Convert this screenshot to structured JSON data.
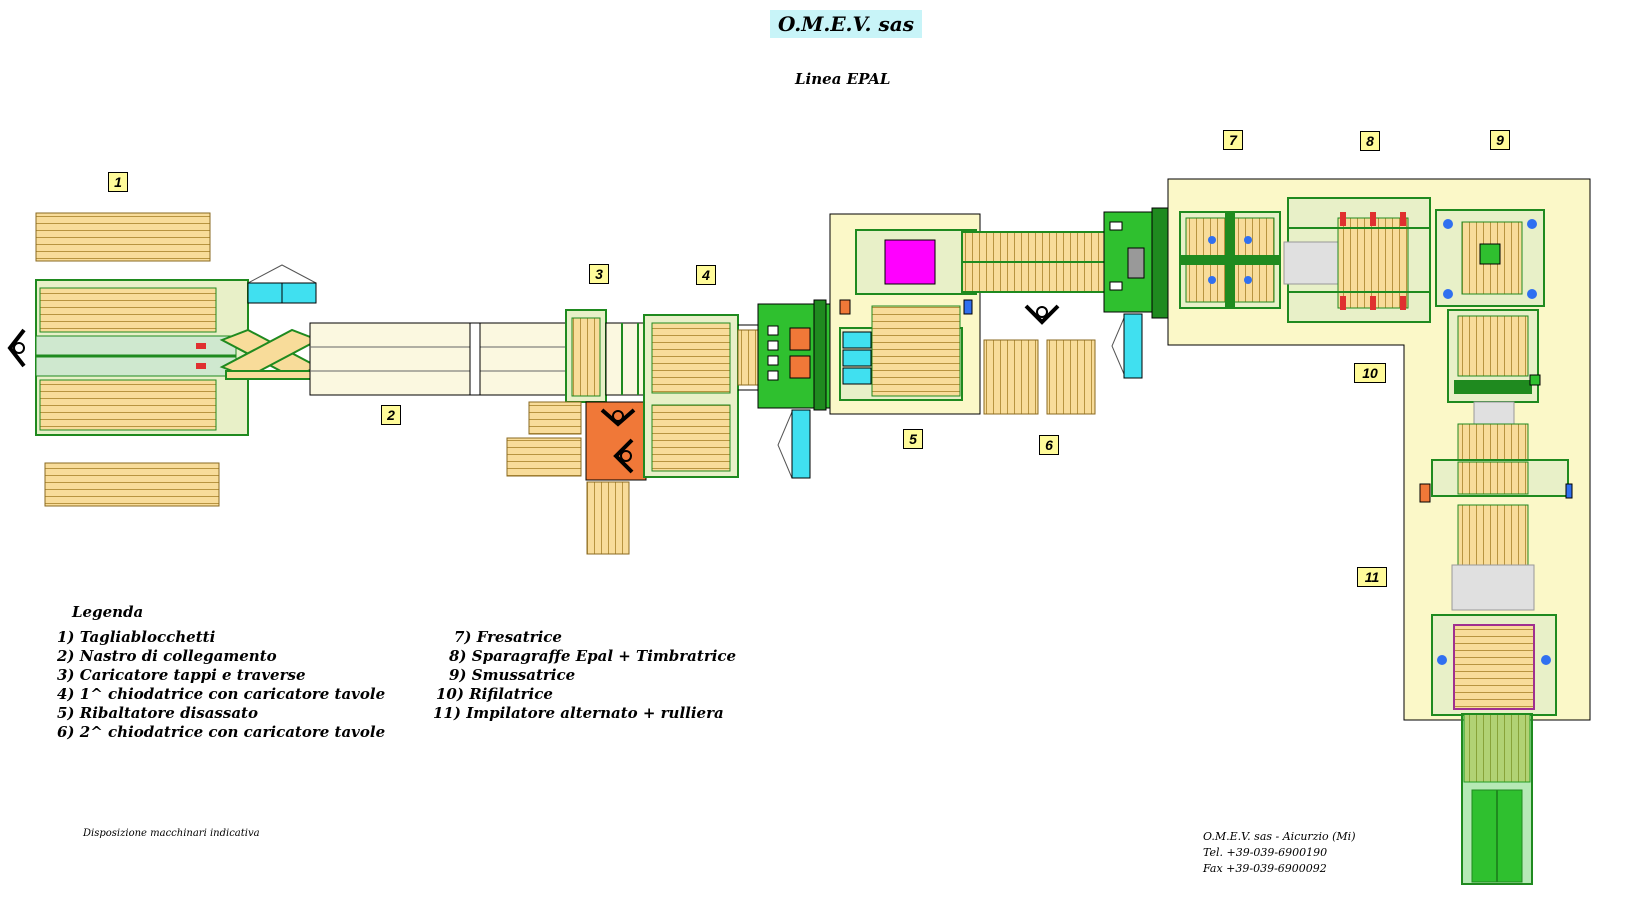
{
  "title": "O.M.E.V. sas",
  "subtitle": "Linea EPAL",
  "stations": [
    "1",
    "2",
    "3",
    "4",
    "5",
    "6",
    "7",
    "8",
    "9",
    "10",
    "11"
  ],
  "legend": {
    "heading": "Legenda",
    "items": [
      "1) Tagliablocchetti",
      "2) Nastro di collegamento",
      "3) Caricatore tappi e traverse",
      "4) 1^ chiodatrice con caricatore tavole",
      "5) Ribaltatore disassato",
      "6) 2^ chiodatrice con caricatore tavole",
      "7) Fresatrice",
      "8) Sparagraffe Epal + Timbratrice",
      "9) Smussatrice",
      "10) Rifilatrice",
      "11) Impilatore alternato + rulliera"
    ]
  },
  "note": "Disposizione macchinari indicativa",
  "contact": {
    "company": "O.M.E.V. sas - Aicurzio (Mi)",
    "tel": "Tel. +39-039-6900190",
    "fax": "Fax +39-039-6900092"
  },
  "colors": {
    "machine_green": "#2fc02f",
    "frame_green": "#1f8a1f",
    "wood": "#f8dc9a",
    "wood_line": "#b89440",
    "area": "#fbf8c8",
    "cyan": "#40e0f0",
    "magenta": "#ff00ff",
    "orange": "#f07838",
    "label_bg": "#fffb9a"
  }
}
